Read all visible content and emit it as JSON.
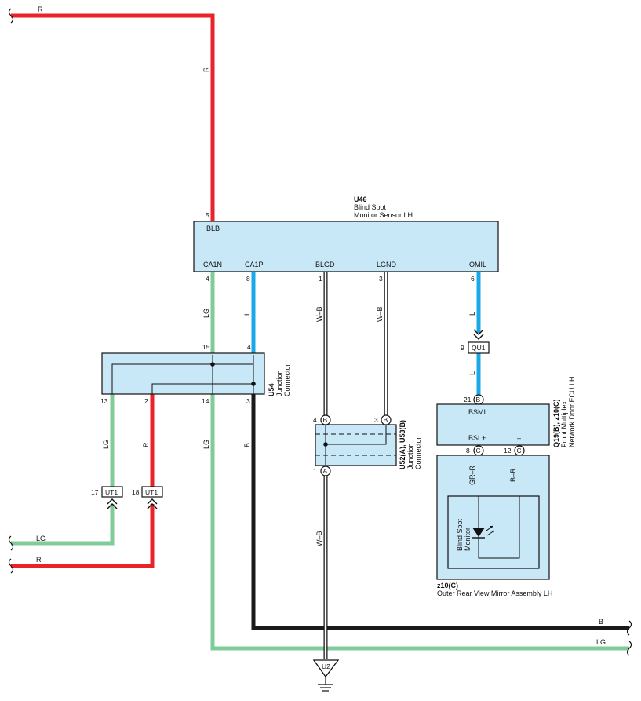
{
  "wire_colors": {
    "R": "#e8232a",
    "LG": "#7fcc9a",
    "L": "#1ba8e6",
    "B": "#1a1a1a",
    "W-B": "#ffffff",
    "comp_fill": "#c9e8f7"
  },
  "components": {
    "u46": {
      "code": "U46",
      "name_line1": "Blind Spot",
      "name_line2": "Monitor Sensor LH",
      "pins": {
        "blb": "BLB",
        "ca1n": "CA1N",
        "ca1p": "CA1P",
        "blgd": "BLGD",
        "lgnd": "LGND",
        "omil": "OMIL"
      },
      "pin_nums": {
        "blb": "5",
        "ca1n": "4",
        "ca1p": "8",
        "blgd": "1",
        "lgnd": "3",
        "omil": "6"
      }
    },
    "u54": {
      "code": "U54",
      "name_line1": "Junction",
      "name_line2": "Connector",
      "pin_nums": {
        "p15": "15",
        "p4": "4",
        "p13": "13",
        "p2": "2",
        "p14": "14",
        "p3": "3"
      }
    },
    "u52": {
      "code": "U52(A), U53(B)",
      "name_line1": "Junction",
      "name_line2": "Connector",
      "pin_nums": {
        "p4": "4",
        "p3": "3",
        "p1": "1"
      },
      "letters": {
        "b": "B",
        "a": "A"
      }
    },
    "q19": {
      "code": "Q19(B), z10(C)",
      "name_line1": "Front Multiplex",
      "name_line2": "Network Door ECU LH",
      "pins": {
        "bsmi": "BSMI",
        "bslp": "BSL+",
        "minus": "–"
      },
      "pin_nums": {
        "p21": "21",
        "p8": "8",
        "p12": "12"
      },
      "letters": {
        "b": "B",
        "c": "C"
      }
    },
    "z10": {
      "code": "z10(C)",
      "name": "Outer Rear View Mirror Assembly LH",
      "inner_line1": "Blind Spot",
      "inner_line2": "Monitor"
    },
    "qu1": {
      "code": "QU1",
      "pin": "9"
    },
    "ut1_a": {
      "code": "UT1",
      "pin": "17"
    },
    "ut1_b": {
      "code": "UT1",
      "pin": "18"
    },
    "ground": {
      "code": "U2"
    }
  },
  "wire_labels": {
    "r_top": "R",
    "r_vert": "R",
    "lg_u46": "LG",
    "l_u46": "L",
    "wb1": "W–B",
    "wb2": "W–B",
    "l_omil": "L",
    "l_qu1": "L",
    "lg_13": "LG",
    "r_2": "R",
    "lg_14": "LG",
    "b_3": "B",
    "wb_gnd": "W–B",
    "gr_r": "GR–R",
    "b_r": "B–R",
    "lg_left": "LG",
    "r_left": "R",
    "b_right": "B",
    "lg_right": "LG"
  }
}
